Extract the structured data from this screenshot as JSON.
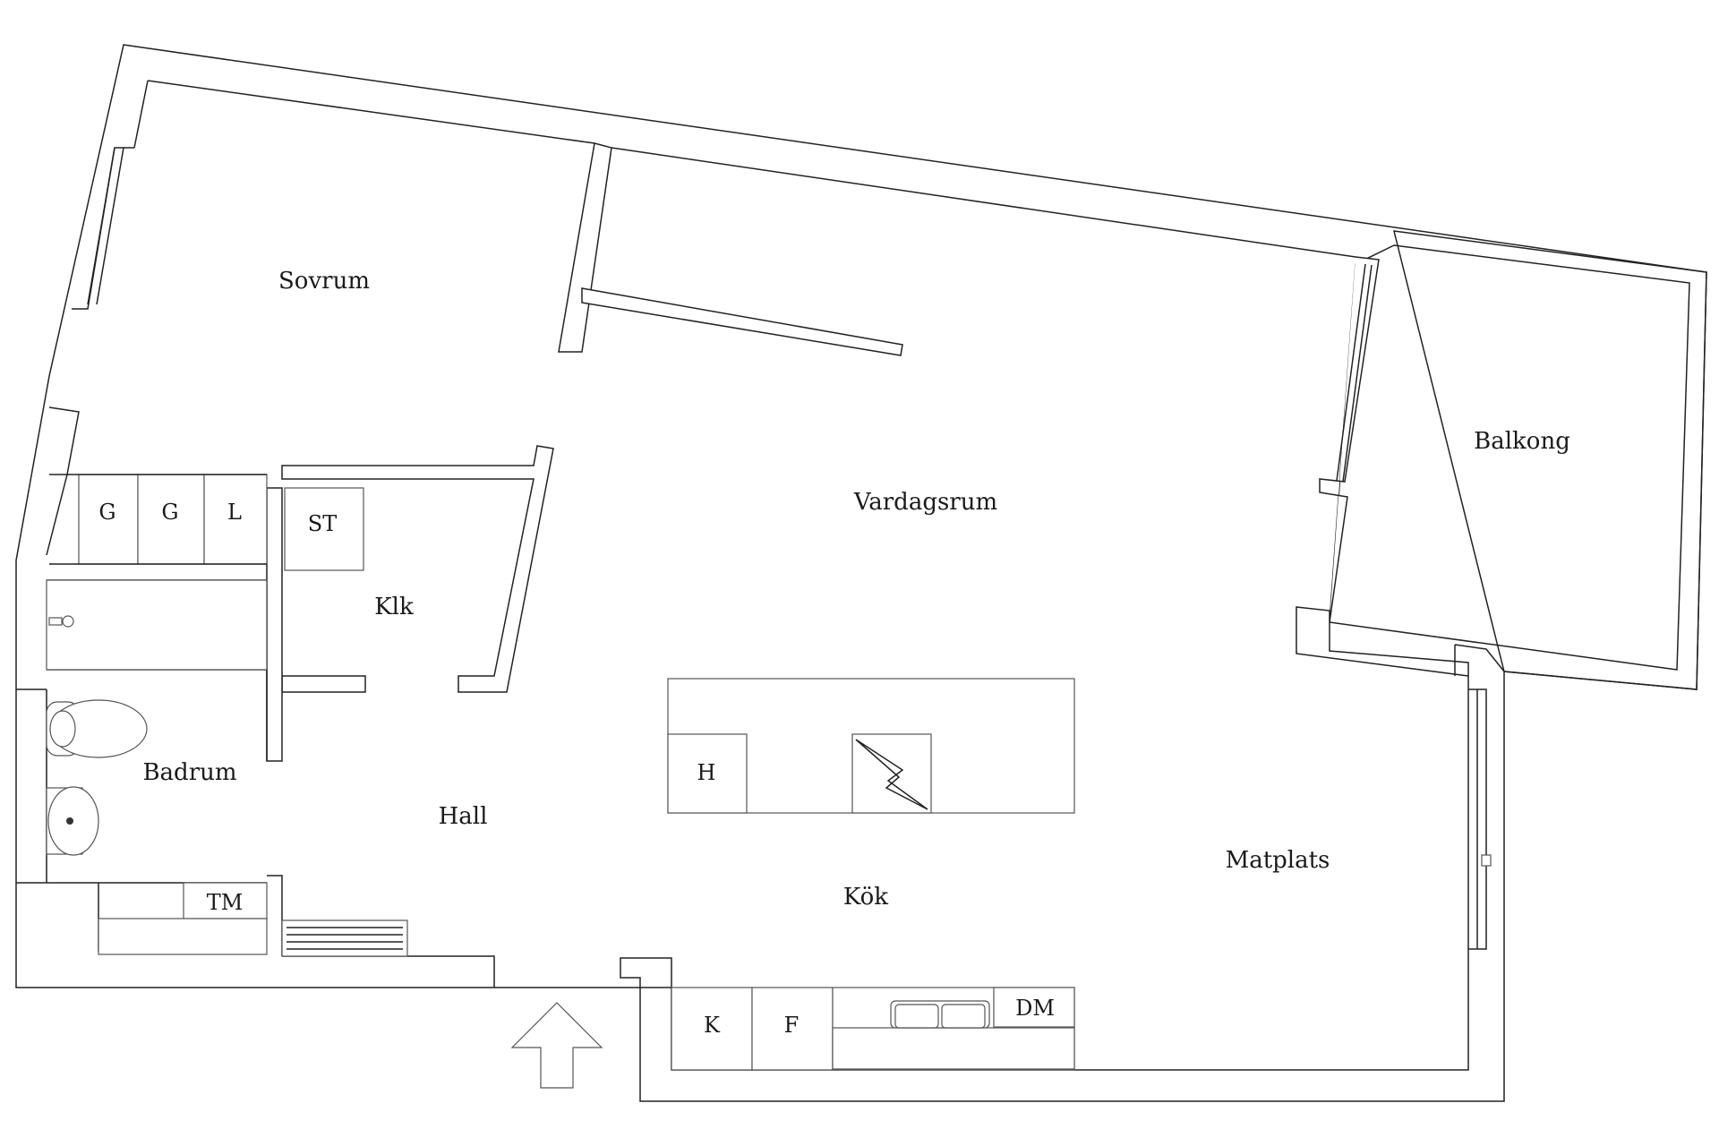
{
  "rooms": {
    "sovrum": "Sovrum",
    "vardagsrum": "Vardagsrum",
    "balkong": "Balkong",
    "klk": "Klk",
    "badrum": "Badrum",
    "hall": "Hall",
    "kok": "Kök",
    "matplats": "Matplats"
  },
  "fixtures": {
    "g1": "G",
    "g2": "G",
    "l": "L",
    "st": "ST",
    "h": "H",
    "tm": "TM",
    "k": "K",
    "f": "F",
    "dm": "DM"
  }
}
